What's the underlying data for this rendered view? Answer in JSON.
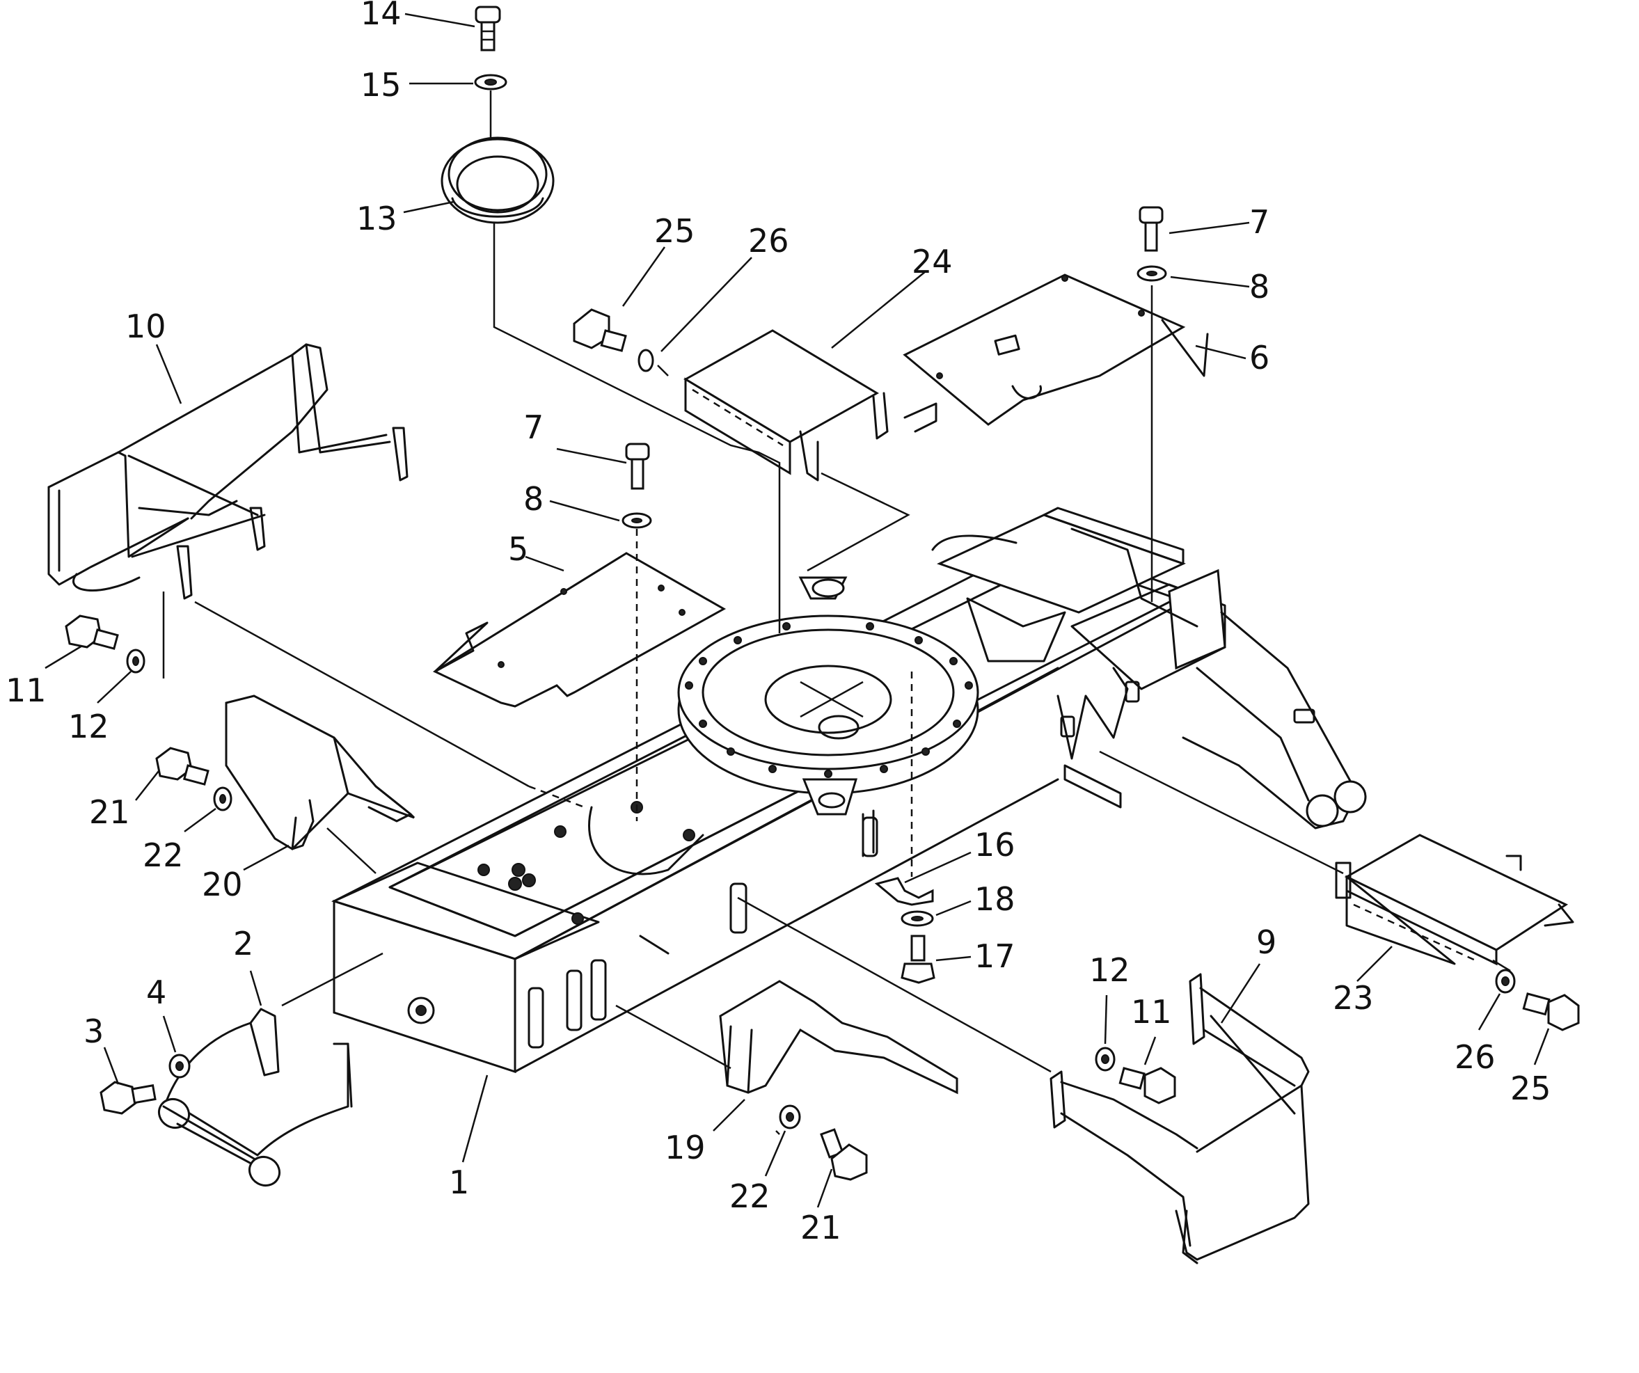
{
  "callouts": [
    {
      "id": "14",
      "label": "14"
    },
    {
      "id": "15",
      "label": "15"
    },
    {
      "id": "13",
      "label": "13"
    },
    {
      "id": "25a",
      "label": "25"
    },
    {
      "id": "26a",
      "label": "26"
    },
    {
      "id": "24",
      "label": "24"
    },
    {
      "id": "7a",
      "label": "7"
    },
    {
      "id": "8a",
      "label": "8"
    },
    {
      "id": "6",
      "label": "6"
    },
    {
      "id": "10",
      "label": "10"
    },
    {
      "id": "7b",
      "label": "7"
    },
    {
      "id": "8b",
      "label": "8"
    },
    {
      "id": "5",
      "label": "5"
    },
    {
      "id": "11a",
      "label": "11"
    },
    {
      "id": "12a",
      "label": "12"
    },
    {
      "id": "21a",
      "label": "21"
    },
    {
      "id": "22a",
      "label": "22"
    },
    {
      "id": "20",
      "label": "20"
    },
    {
      "id": "16",
      "label": "16"
    },
    {
      "id": "18",
      "label": "18"
    },
    {
      "id": "17",
      "label": "17"
    },
    {
      "id": "2",
      "label": "2"
    },
    {
      "id": "4",
      "label": "4"
    },
    {
      "id": "3",
      "label": "3"
    },
    {
      "id": "1",
      "label": "1"
    },
    {
      "id": "19",
      "label": "19"
    },
    {
      "id": "22b",
      "label": "22"
    },
    {
      "id": "21b",
      "label": "21"
    },
    {
      "id": "12b",
      "label": "12"
    },
    {
      "id": "11b",
      "label": "11"
    },
    {
      "id": "9",
      "label": "9"
    },
    {
      "id": "23",
      "label": "23"
    },
    {
      "id": "26b",
      "label": "26"
    },
    {
      "id": "25b",
      "label": "25"
    }
  ]
}
